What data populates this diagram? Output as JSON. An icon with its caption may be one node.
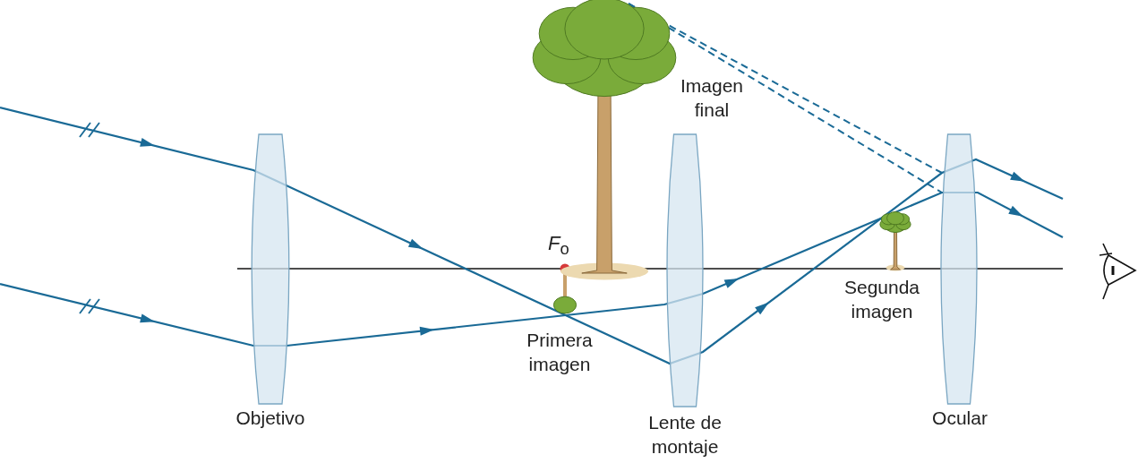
{
  "diagram": {
    "nodes": [
      {
        "text": [
          "Objetivo"
        ]
      },
      {
        "text": [
          "Lente de montaje"
        ]
      },
      {
        "text": [
          "Ocular"
        ]
      },
      {
        "text": [
          "Primera imagen"
        ]
      },
      {
        "text": [
          "Imagen final"
        ]
      },
      {
        "text": [
          "Segunda imagen"
        ]
      }
    ],
    "labels": [
      "*F*$_{o}$"
    ]
  }
}
